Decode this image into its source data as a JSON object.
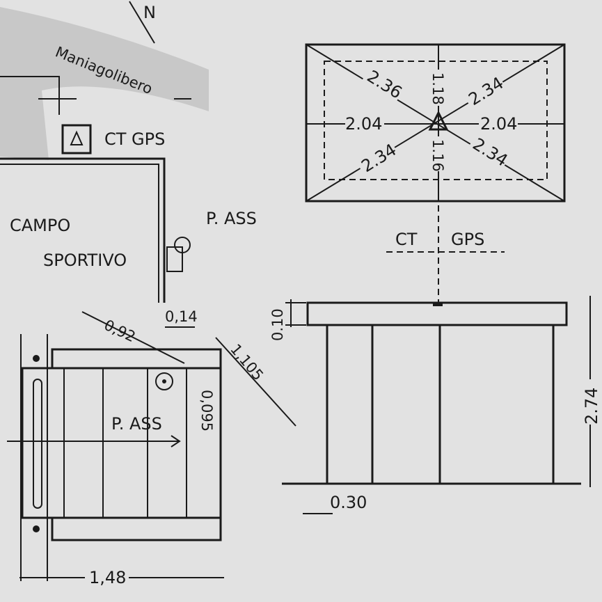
{
  "location_map": {
    "north": "N",
    "road": "Maniagolibero",
    "station": "CT GPS",
    "field_line1": "CAMPO",
    "field_line2": "SPORTIVO",
    "passage": "P. ASS"
  },
  "detail_plan": {
    "dim_014": "0,14",
    "dim_092": "0,92",
    "dim_1105": "1,105",
    "dim_0095": "0,095",
    "passage": "P. ASS",
    "dim_148": "1,48"
  },
  "top_view": {
    "d_tl": "2.36",
    "d_top": "1.18",
    "d_tr": "2.34",
    "d_left": "2.04",
    "d_right": "2.04",
    "d_bl": "2.34",
    "d_bottom": "1.16",
    "d_br": "2.34"
  },
  "elevation": {
    "label_ct": "CT",
    "label_gps": "GPS",
    "dim_010": "0.10",
    "dim_274": "2.74",
    "dim_030": "0.30"
  },
  "colors": {
    "background": "#e2e2e2",
    "ink": "#1a1a1a"
  }
}
